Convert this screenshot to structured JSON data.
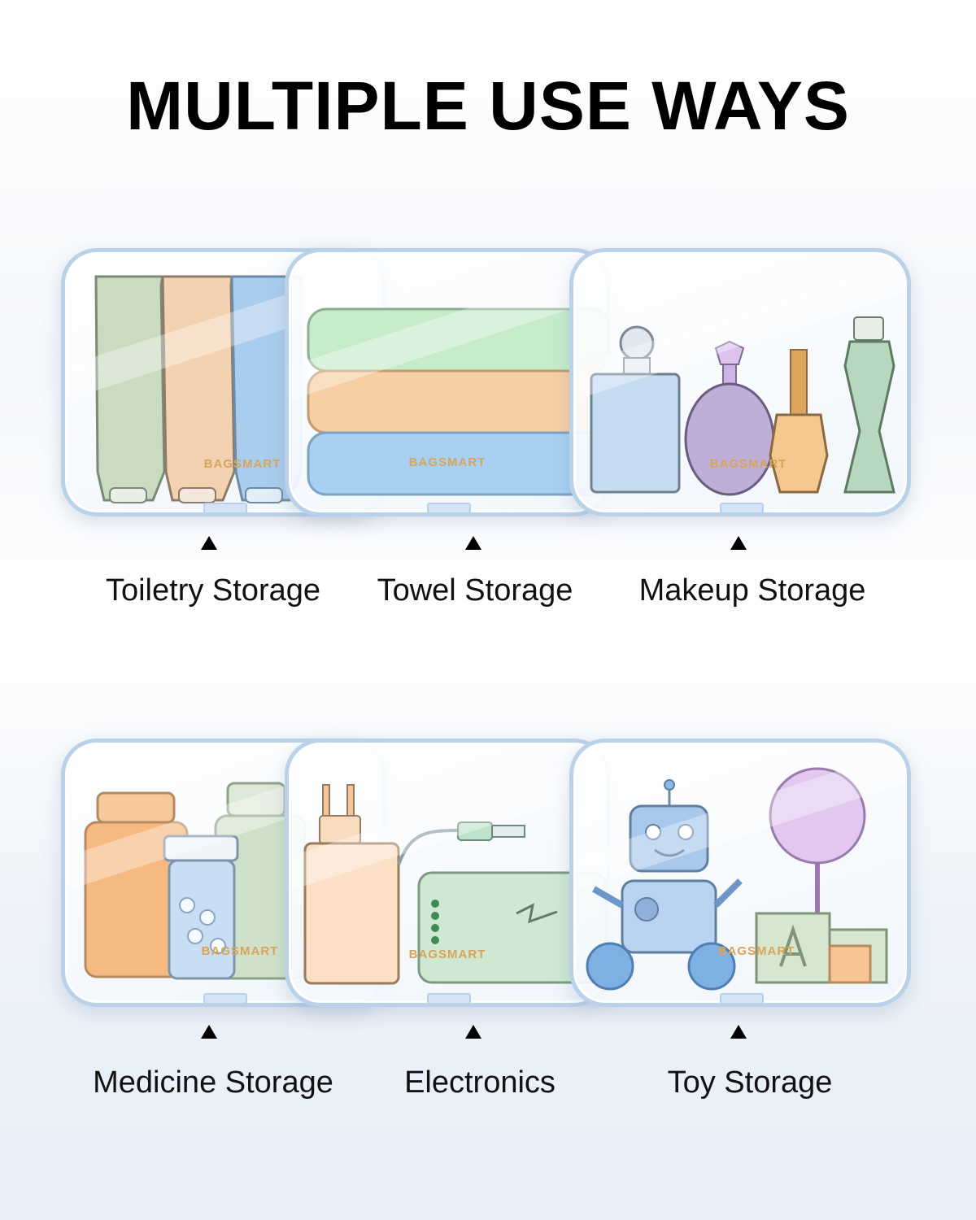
{
  "headline": "MULTIPLE USE WAYS",
  "brand_watermark": "BAGSMART",
  "colors": {
    "bag_border": "#b9d2ea",
    "brand": "#d8a45c",
    "text": "#000000"
  },
  "row1": {
    "captions": [
      "Toiletry Storage",
      "Towel Storage",
      "Makeup Storage"
    ]
  },
  "row2": {
    "captions": [
      "Medicine Storage",
      "Electronics",
      "Toy Storage"
    ]
  }
}
